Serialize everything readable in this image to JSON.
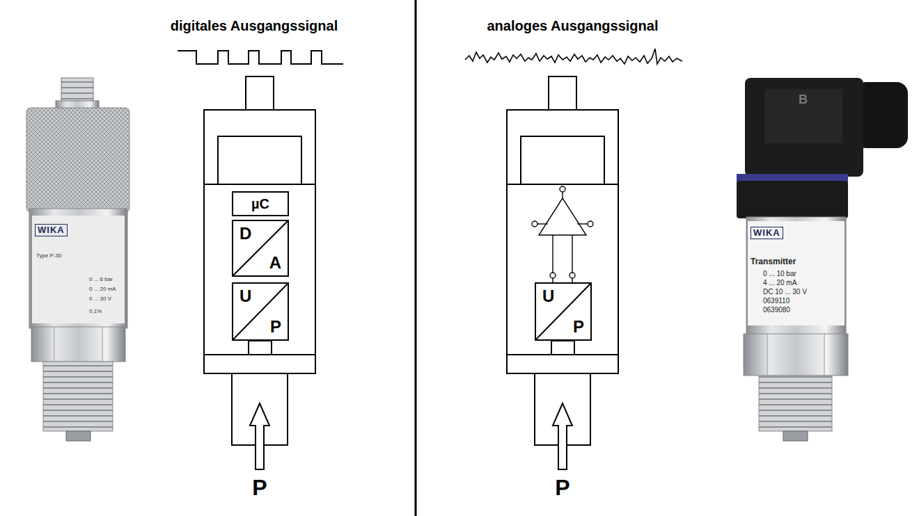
{
  "diagram": {
    "nodes": [
      {
        "text": [
          "µC"
        ]
      },
      {
        "text": [
          "D",
          "A"
        ]
      },
      {
        "text": [
          "U",
          "P"
        ]
      },
      {
        "text": [
          "U",
          "P"
        ]
      }
    ],
    "labels": [
      "digitales Ausgangssignal",
      "analoges Ausgangssignal",
      "P",
      "P",
      "WIKA",
      "Type P-30",
      "0 ... 6 bar",
      "0 ... 20 mA",
      "0 ... 30 V",
      "0,1%",
      "B",
      "WIKA",
      "Transmitter",
      "0 ... 10 bar",
      "4 ... 20 mA",
      "DC 10 ... 30 V",
      "0639110",
      "0639080"
    ]
  }
}
